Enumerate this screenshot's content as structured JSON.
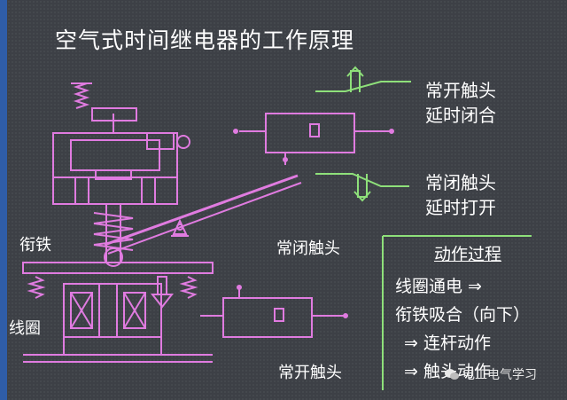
{
  "title": "空气式时间继电器的工作原理",
  "labels": {
    "no_delay_close_l1": "常开触头",
    "no_delay_close_l2": "延时闭合",
    "nc_delay_open_l1": "常闭触头",
    "nc_delay_open_l2": "延时打开",
    "armature": "衔铁",
    "coil": "线圈",
    "nc_contact": "常闭触头",
    "no_contact": "常开触头"
  },
  "process": {
    "heading": "动作过程",
    "steps": [
      "线圈通电 ⇒",
      "衔铁吸合（向下）",
      "⇒ 连杆动作",
      "⇒ 触头动作"
    ]
  },
  "watermark": "电工电气学习",
  "icons": [
    "wechat-icon",
    "spring-icon",
    "coil-icon",
    "arrow-down-icon",
    "pivot-icon"
  ],
  "colors": {
    "background": "#3d4046",
    "accent_bar": "#2f5da8",
    "mechanism": "#e07be0",
    "contact_symbol": "#8ee07a",
    "text": "#ffffff"
  }
}
